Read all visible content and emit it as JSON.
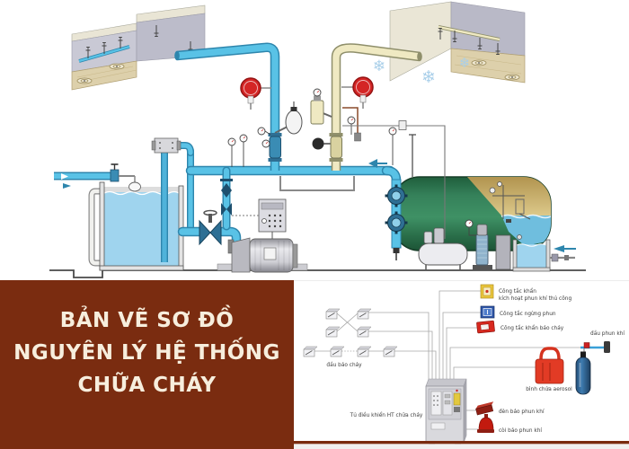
{
  "title_box": {
    "lines": [
      "BẢN VẼ SƠ ĐỒ",
      "NGUYÊN LÝ HỆ THỐNG",
      "CHỮA CHÁY"
    ],
    "bg_color": "#7a2c10",
    "text_color": "#f7eedd"
  },
  "piping_diagram": {
    "colors": {
      "wet_pipe": "#59c2e6",
      "wet_pipe_outline": "#2e86ad",
      "dry_pipe": "#efe9c2",
      "dry_pipe_outline": "#8f8f6b",
      "tank_water": "#9fd4ee",
      "pressure_tank_green": "#2e7d4f",
      "alarm_bell_red": "#d42525",
      "snowflake_blue": "#a9cfe9",
      "ceiling_gray": "#c2c2ce",
      "floor_tan": "#ddd0ab"
    },
    "snowflake_glyph": "❄"
  },
  "alarm_schematic": {
    "labels": {
      "fire_detector": "đầu báo cháy",
      "control_cabinet": "Tủ điều khiển HT chữa cháy",
      "emergency_switch_line1": "Công tắc khẩn",
      "emergency_switch_line2": "kích hoạt phun khí thủ công",
      "stop_discharge_switch": "Công tắc ngừng phun",
      "fire_alarm_switch": "Công tắc khẩn báo cháy",
      "gas_nozzle": "đầu phun khí",
      "aerosol_container": "bình chứa aerosol",
      "discharge_lamp": "đèn báo phun khí",
      "discharge_horn": "còi báo phun khí"
    },
    "colors": {
      "wire": "#a8a8a8",
      "emergency_switch_yellow": "#e9c53c",
      "stop_switch_blue": "#2c55a8",
      "alarm_red": "#d8281e",
      "gas_cylinder_blue": "#2f6293",
      "aerosol_red": "#e23b25"
    }
  },
  "footer": {
    "divider_color": "#7a2c10"
  }
}
